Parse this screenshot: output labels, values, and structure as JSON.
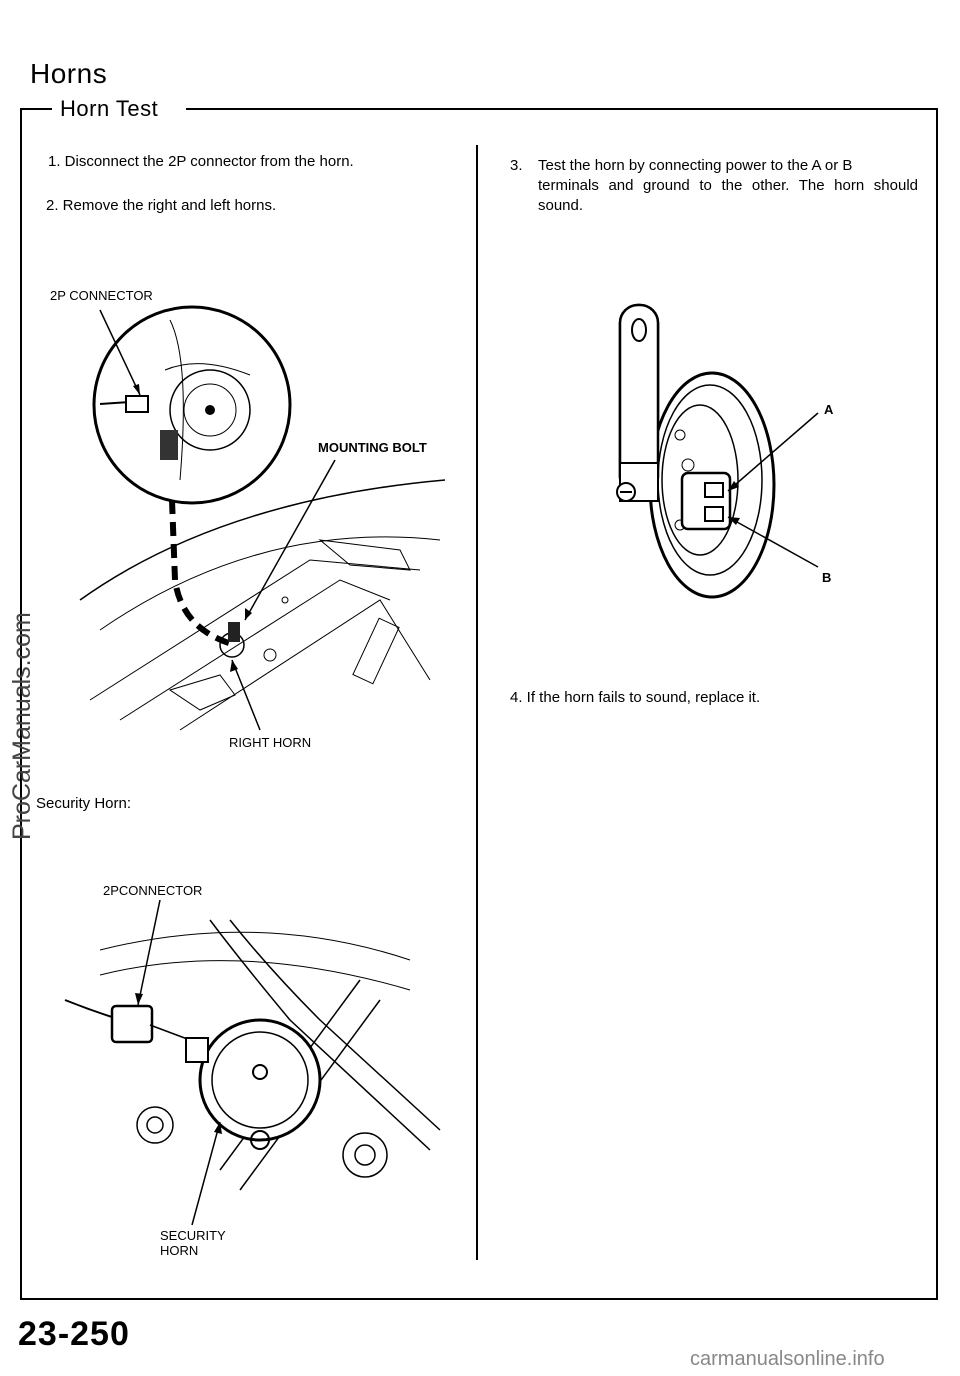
{
  "header": {
    "title": "Horns",
    "subtitle": "Horn Test"
  },
  "steps": {
    "s1": "1.   Disconnect the 2P connector from the horn.",
    "s2": "2.  Remove the right and left horns.",
    "s3_num": "3.",
    "s3_line1": "Test the horn by connecting power to the A or B",
    "s3_cont": "terminals and ground to the other. The horn should sound.",
    "s4": "4.   If the horn fails to sound, replace it."
  },
  "labels": {
    "connector_2p": "2P CONNECTOR",
    "mounting_bolt": "MOUNTING BOLT",
    "right_horn": "RIGHT  HORN",
    "terminal_a": "A",
    "terminal_b": "B",
    "security_heading": "Security Horn:",
    "connector_2p_security": "2PCONNECTOR",
    "security_horn": "SECURITY HORN"
  },
  "footer": {
    "page_number": "23-250",
    "site": "carmanualsonline.info"
  },
  "watermark": "ProCarManuals.com"
}
